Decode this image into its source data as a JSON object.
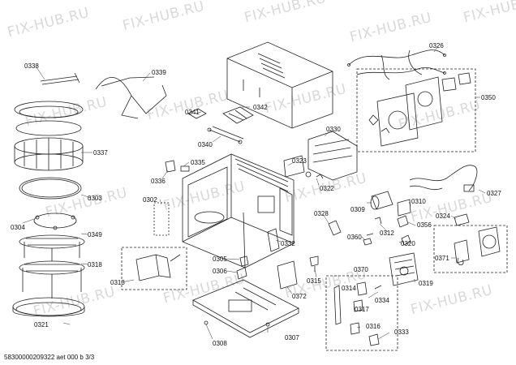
{
  "watermark": "FIX-HUB.RU",
  "footer": "58300000209322 aet 000 b 3/3",
  "parts": {
    "p0338": "0338",
    "p0339": "0339",
    "p0337": "0337",
    "p0303": "0303",
    "p0304": "0304",
    "p0349": "0349",
    "p0318": "0318",
    "p0321": "0321",
    "p0341": "0341",
    "p0342": "0342",
    "p0340": "0340",
    "p0335": "0335",
    "p0336": "0336",
    "p0302": "0302",
    "p0313": "0313",
    "p0305": "0305",
    "p0306": "0306",
    "p0308": "0308",
    "p0307": "0307",
    "p0372": "0372",
    "p0332": "0332",
    "p0323": "0323",
    "p0322": "0322",
    "p0330": "0330",
    "p0326": "0326",
    "p0350": "0350",
    "p0327": "0327",
    "p0309": "0309",
    "p0310": "0310",
    "p0328": "0328",
    "p0356": "0356",
    "p0324": "0324",
    "p0312": "0312",
    "p0360": "0360",
    "p0320": "0320",
    "p0315": "0315",
    "p0371": "0371",
    "p0370": "0370",
    "p0314": "0314",
    "p0319": "0319",
    "p0334": "0334",
    "p0317": "0317",
    "p0316": "0316",
    "p0333": "0333"
  }
}
